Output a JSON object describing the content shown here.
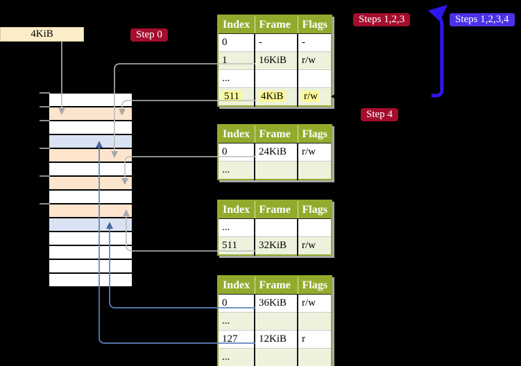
{
  "diagram": {
    "page_size_label": "4KiB",
    "badges": {
      "step0": "Step 0",
      "steps123": "Steps 1,2,3",
      "steps1234": "Steps 1,2,3,4",
      "step4": "Step 4"
    },
    "tables": [
      {
        "id": "table-level-top",
        "headers": [
          "Index",
          "Frame",
          "Flags"
        ],
        "rows": [
          {
            "cells": [
              "0",
              "-",
              "-"
            ],
            "alt": false
          },
          {
            "cells": [
              "1",
              "16KiB",
              "r/w"
            ],
            "alt": true,
            "link": "gray"
          },
          {
            "cells": [
              "...",
              "",
              ""
            ],
            "alt": false
          },
          {
            "cells": [
              "511",
              "4KiB",
              "r/w"
            ],
            "alt": true,
            "link": "gray",
            "highlight": true
          }
        ]
      },
      {
        "id": "table-level-3",
        "headers": [
          "Index",
          "Frame",
          "Flags"
        ],
        "rows": [
          {
            "cells": [
              "0",
              "24KiB",
              "r/w"
            ],
            "alt": false,
            "link": "gray"
          },
          {
            "cells": [
              "...",
              "",
              ""
            ],
            "alt": true
          }
        ]
      },
      {
        "id": "table-level-2",
        "headers": [
          "Index",
          "Frame",
          "Flags"
        ],
        "rows": [
          {
            "cells": [
              "...",
              "",
              ""
            ],
            "alt": false
          },
          {
            "cells": [
              "511",
              "32KiB",
              "r/w"
            ],
            "alt": true,
            "link": "gray"
          }
        ]
      },
      {
        "id": "table-level-1",
        "headers": [
          "Index",
          "Frame",
          "Flags"
        ],
        "rows": [
          {
            "cells": [
              "0",
              "36KiB",
              "r/w"
            ],
            "alt": false,
            "link": "blue"
          },
          {
            "cells": [
              "...",
              "",
              ""
            ],
            "alt": true
          },
          {
            "cells": [
              "127",
              "12KiB",
              "r"
            ],
            "alt": false,
            "link": "blue"
          },
          {
            "cells": [
              "...",
              "",
              ""
            ],
            "alt": true
          }
        ]
      }
    ],
    "memory": {
      "rows": [
        "white",
        "peach",
        "white",
        "blue",
        "peach",
        "white",
        "peach",
        "white",
        "peach",
        "blue",
        "white",
        "white",
        "white",
        "white"
      ],
      "tick_count": 6
    },
    "colors": {
      "badge_red": "#a50d2d",
      "badge_blue": "#4b31e8",
      "label_cream": "#fcedc9",
      "table_green": "#93ab2d",
      "table_alt": "#edf2dc",
      "highlight_yellow": "#fdf998",
      "memory_white": "#ffffff",
      "memory_peach": "#fde5cd",
      "memory_blue": "#dae3f3",
      "connector_gray": "#bcbcbc",
      "connector_gray_head": "#a8a8ad",
      "connector_blue": "#5d83bb",
      "connector_blue_head": "#46699e",
      "big_arrow_blue": "#2c17ee"
    }
  }
}
